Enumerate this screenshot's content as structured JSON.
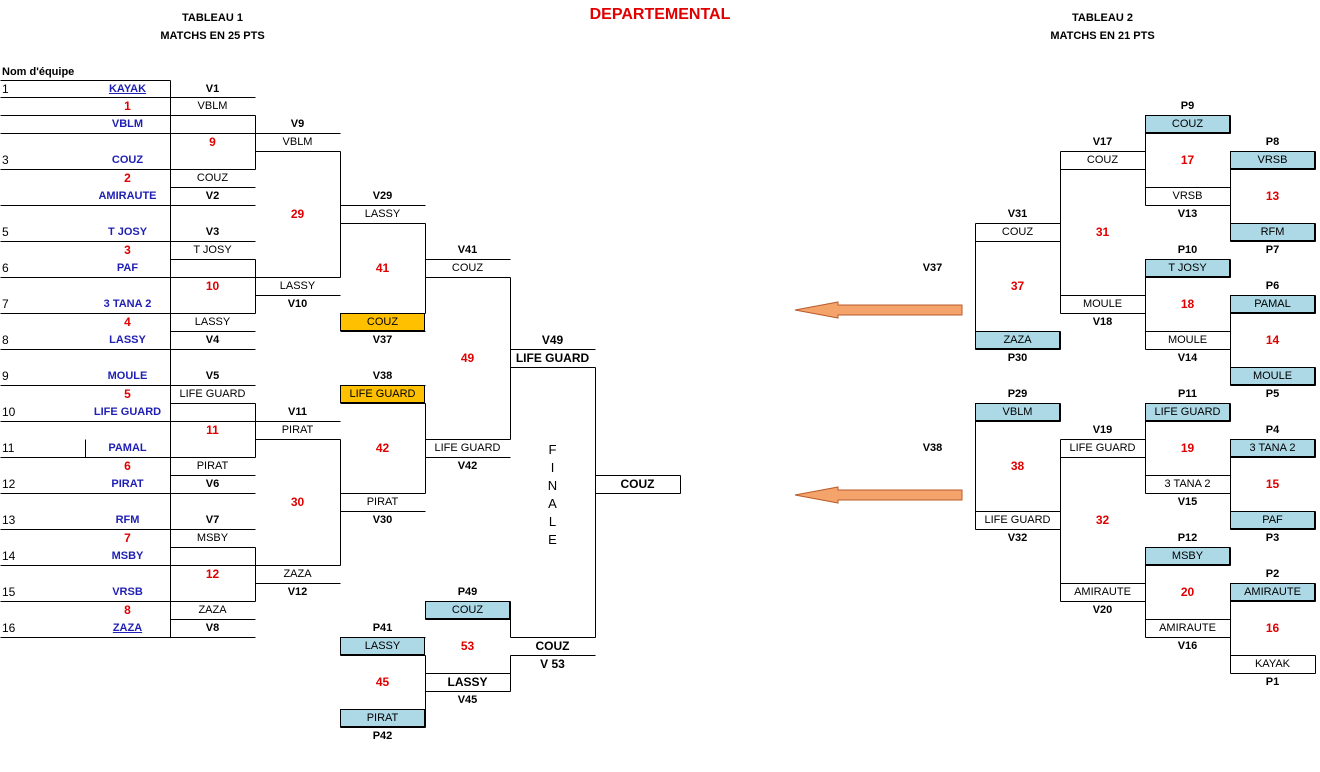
{
  "title": "DEPARTEMENTAL",
  "tableau1": {
    "title": "TABLEAU 1",
    "subtitle": "MATCHS EN 25 PTS",
    "column_header": "Nom d'équipe"
  },
  "tableau2": {
    "title": "TABLEAU 2",
    "subtitle": "MATCHS EN 21 PTS"
  },
  "finale": [
    "F",
    "I",
    "N",
    "A",
    "L",
    "E"
  ],
  "champion": "COUZ",
  "arrow_color": "#f4a46a",
  "highlight_colors": {
    "light_blue": "#add8e6",
    "orange": "#ffc000",
    "red_text": "#e00000",
    "blue_text": "#1f1fb4"
  },
  "seeds": [
    {
      "num": "1",
      "team": "KAYAK"
    },
    {
      "num": "",
      "team": "VBLM"
    },
    {
      "num": "3",
      "team": "COUZ"
    },
    {
      "num": "",
      "team": "AMIRAUTE"
    },
    {
      "num": "5",
      "team": "T JOSY"
    },
    {
      "num": "6",
      "team": "PAF"
    },
    {
      "num": "7",
      "team": "3 TANA 2"
    },
    {
      "num": "8",
      "team": "LASSY"
    },
    {
      "num": "9",
      "team": "MOULE"
    },
    {
      "num": "10",
      "team": "LIFE GUARD"
    },
    {
      "num": "11",
      "team": "PAMAL"
    },
    {
      "num": "12",
      "team": "PIRAT"
    },
    {
      "num": "13",
      "team": "RFM"
    },
    {
      "num": "14",
      "team": "MSBY"
    },
    {
      "num": "15",
      "team": "VRSB"
    },
    {
      "num": "16",
      "team": "ZAZA"
    }
  ],
  "r1_left": [
    {
      "match_no": "1",
      "winner": "VBLM",
      "code": "V1",
      "code2": ""
    },
    {
      "match_no": "2",
      "winner": "COUZ",
      "code": "",
      "code2": "V2"
    },
    {
      "match_no": "3",
      "winner": "T JOSY",
      "code": "V3",
      "code2": ""
    },
    {
      "match_no": "4",
      "winner": "LASSY",
      "code": "",
      "code2": "V4"
    },
    {
      "match_no": "5",
      "winner": "LIFE GUARD",
      "code": "V5",
      "code2": ""
    },
    {
      "match_no": "6",
      "winner": "PIRAT",
      "code": "",
      "code2": "V6"
    },
    {
      "match_no": "7",
      "winner": "MSBY",
      "code": "V7",
      "code2": ""
    },
    {
      "match_no": "8",
      "winner": "ZAZA",
      "code": "",
      "code2": "V8"
    }
  ],
  "r2_left": [
    {
      "match_no": "9",
      "winner": "VBLM",
      "code": "V9"
    },
    {
      "match_no": "10",
      "winner": "LASSY",
      "code": "V10"
    },
    {
      "match_no": "11",
      "winner": "PIRAT",
      "code": "V11"
    },
    {
      "match_no": "12",
      "winner": "ZAZA",
      "code": "V12"
    }
  ],
  "r3_left": [
    {
      "match_no": "29",
      "winner": "LASSY",
      "code": "V29"
    },
    {
      "match_no": "30",
      "winner": "PIRAT",
      "code": "V30"
    }
  ],
  "r4_left": [
    {
      "match_no": "41",
      "top": "COUZ",
      "top_code": "V41",
      "bottom_top": "COUZ",
      "bottom_code": "V37"
    },
    {
      "match_no": "42",
      "top": "LIFE GUARD",
      "top_code": "V38",
      "bottom": "LIFE GUARD",
      "bottom_code": "V42"
    }
  ],
  "semi": {
    "match_no": "49",
    "code": "V49",
    "winner": "LIFE GUARD"
  },
  "petite": {
    "p49_code": "P49",
    "p49_team": "COUZ",
    "p41_code": "P41",
    "p41_team": "LASSY",
    "p42_team": "PIRAT",
    "p42_code": "P42",
    "m45": "45",
    "m45_winner": "LASSY",
    "m45_code": "V45",
    "m53": "53",
    "m53_winner": "COUZ",
    "m53_code": "V 53"
  },
  "right": {
    "v37_label": "V37",
    "v38_label": "V38",
    "p9": "P9",
    "p9_team": "COUZ",
    "p8": "P8",
    "p8_team": "VRSB",
    "m17": "17",
    "v17": "V17",
    "v17_team": "COUZ",
    "v13_team": "VRSB",
    "v13": "V13",
    "m13": "13",
    "v31": "V31",
    "v31_team": "COUZ",
    "m31": "31",
    "p7_team": "RFM",
    "p7": "P7",
    "p10": "P10",
    "p10_team": "T JOSY",
    "p6": "P6",
    "p6_team": "PAMAL",
    "m37": "37",
    "m18": "18",
    "v18_team": "MOULE",
    "v18": "V18",
    "v14_team": "MOULE",
    "v14": "V14",
    "m14": "14",
    "p30_team": "ZAZA",
    "p30": "P30",
    "p5_team": "MOULE",
    "p5": "P5",
    "p29": "P29",
    "p29_team": "VBLM",
    "p11": "P11",
    "p11_team": "LIFE GUARD",
    "p4": "P4",
    "p4_team": "3 TANA 2",
    "v19": "V19",
    "v19_team": "LIFE GUARD",
    "m19": "19",
    "m38": "38",
    "v15_team": "3 TANA 2",
    "v15": "V15",
    "m15": "15",
    "p3_team": "PAF",
    "p3": "P3",
    "v32_team": "LIFE GUARD",
    "v32": "V32",
    "m32": "32",
    "p12": "P12",
    "p12_team": "MSBY",
    "p2": "P2",
    "p2_team": "AMIRAUTE",
    "v20_team": "AMIRAUTE",
    "v20": "V20",
    "m20": "20",
    "v16_team": "AMIRAUTE",
    "v16": "V16",
    "m16": "16",
    "p1_team": "KAYAK",
    "p1": "P1"
  }
}
